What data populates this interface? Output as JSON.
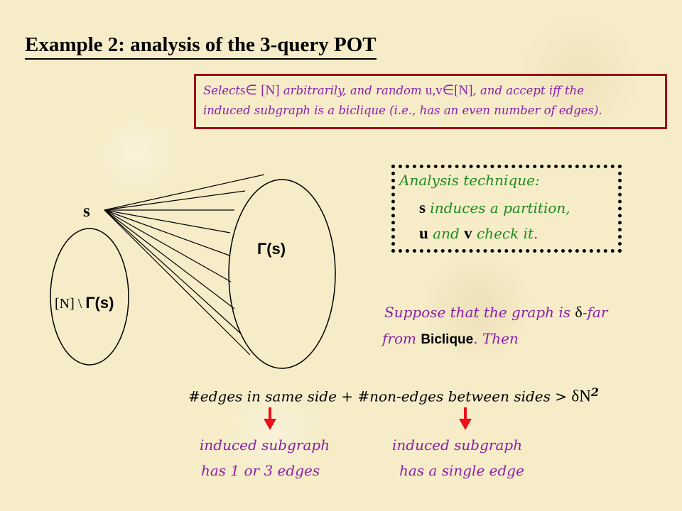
{
  "title": "Example 2: analysis of the 3-query POT",
  "select_box": {
    "l1_a": "Select",
    "l1_s": "s",
    "l1_in1": "∈",
    "l1_N1": "[N]",
    "l1_b": "arbitrarily, and random",
    "l1_uv": "u,v",
    "l1_in2": "∈",
    "l1_N2": "[N]",
    "l1_c": ", and accept  iff  the",
    "line2": "induced subgraph is a biclique (i.e., has an even number of edges)."
  },
  "diagram": {
    "s_label": "s",
    "gamma_label": "Γ(s)",
    "complement_label_a": "[N] \\ ",
    "complement_label_b": "Γ(s)"
  },
  "analysis": {
    "heading": "Analysis technique:",
    "l2_s": "s",
    "l2_text": " induces a partition,",
    "l3_u": "u",
    "l3_and": " and ",
    "l3_v": "v",
    "l3_text": " check it",
    "l3_dot": "."
  },
  "suppose": {
    "l1_a": "Suppose that the graph is ",
    "l1_delta": "δ",
    "l1_b": "-far",
    "l2_a": "from ",
    "l2_biclique": "Biclique",
    "l2_b": ".  Then"
  },
  "formula": {
    "part1": "#edges in same side  + #non-edges between sides  >  ",
    "delta": "δ",
    "N": "N",
    "exp": "2"
  },
  "left_note": {
    "line1": "induced subgraph",
    "line2": "has 1 or 3 edges"
  },
  "right_note": {
    "line1": "induced subgraph",
    "line2": "has a single edge"
  },
  "colors": {
    "accent_red": "#a00e18",
    "purple": "#8a1fa8",
    "green": "#1f8a1f",
    "arrow_red": "#e8101a"
  }
}
